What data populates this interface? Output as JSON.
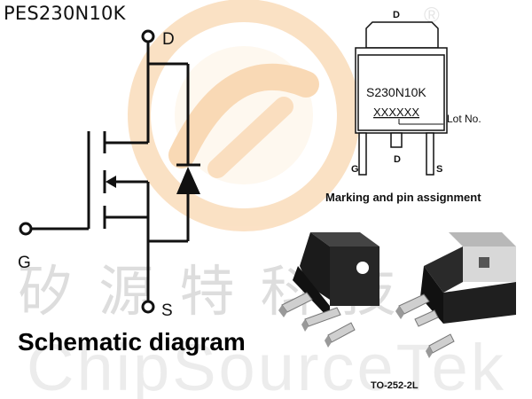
{
  "header": {
    "part_number": "PES230N10K"
  },
  "schematic": {
    "title": "Schematic diagram",
    "pins": {
      "drain": "D",
      "gate": "G",
      "source": "S"
    }
  },
  "marking": {
    "caption": "Marking and pin assignment",
    "drain_tab_label": "D",
    "marking_text": "S230N10K",
    "lot_code": "XXXXXX",
    "lot_label": "Lot No.",
    "pins": [
      "G",
      "D",
      "S"
    ]
  },
  "package": {
    "label": "TO-252-2L"
  },
  "watermark": {
    "chinese": "矽 源 特 科 技",
    "english": "ChipSourceTek",
    "registered": "®"
  },
  "colors": {
    "watermark_orange": "#f4b26b",
    "watermark_gray": "#e2e2e2",
    "line": "#111111"
  }
}
